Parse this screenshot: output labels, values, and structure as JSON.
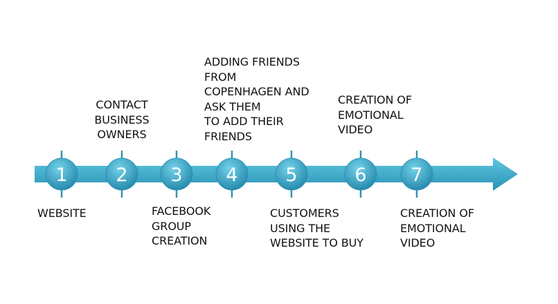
{
  "colors": {
    "arrow_light": "#5fc6df",
    "arrow_dark": "#2a92b5",
    "circle_light": "#74d2e9",
    "circle_dark": "#1f84a8",
    "tick": "#3a8fb2",
    "number_text": "#ffffff",
    "label_text": "#111111"
  },
  "milestones": [
    {
      "number": "1",
      "label": "WEBSITE",
      "label_position": "below"
    },
    {
      "number": "2",
      "label": "CONTACT\nBUSINESS\nOWNERS",
      "label_position": "above"
    },
    {
      "number": "3",
      "label": "FACEBOOK\nGROUP\nCREATION",
      "label_position": "below"
    },
    {
      "number": "4",
      "label": "ADDING FRIENDS\nFROM\nCOPENHAGEN AND\nASK THEM\nTO ADD THEIR\nFRIENDS",
      "label_position": "above"
    },
    {
      "number": "5",
      "label": "CUSTOMERS\nUSING THE\nWEBSITE TO BUY",
      "label_position": "below"
    },
    {
      "number": "6",
      "label": "CREATION OF\nEMOTIONAL\nVIDEO",
      "label_position": "above"
    },
    {
      "number": "7",
      "label": "CREATION OF\nEMOTIONAL\nVIDEO",
      "label_position": "below"
    }
  ]
}
